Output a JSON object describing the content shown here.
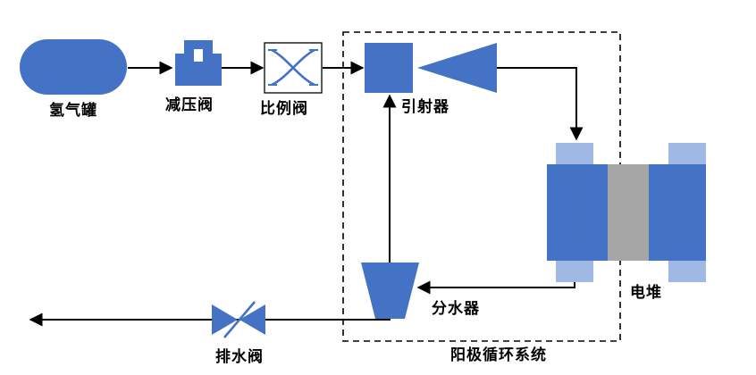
{
  "diagram": {
    "description": "Fuel cell hydrogen supply and anode circulation system schematic",
    "labels": {
      "tank": "氢气罐",
      "pressure_reducing_valve": "减压阀",
      "proportional_valve": "比例阀",
      "ejector": "引射器",
      "stack": "电堆",
      "water_separator": "分水器",
      "drain_valve": "排水阀",
      "system_box": "阳极循环系统"
    },
    "colors": {
      "primary_blue": "#4472C4",
      "light_blue": "#9FB8E4",
      "stack_gray": "#A6A6A6",
      "line_black": "#000000",
      "valve_box_bg": "#FFFFFF"
    }
  }
}
